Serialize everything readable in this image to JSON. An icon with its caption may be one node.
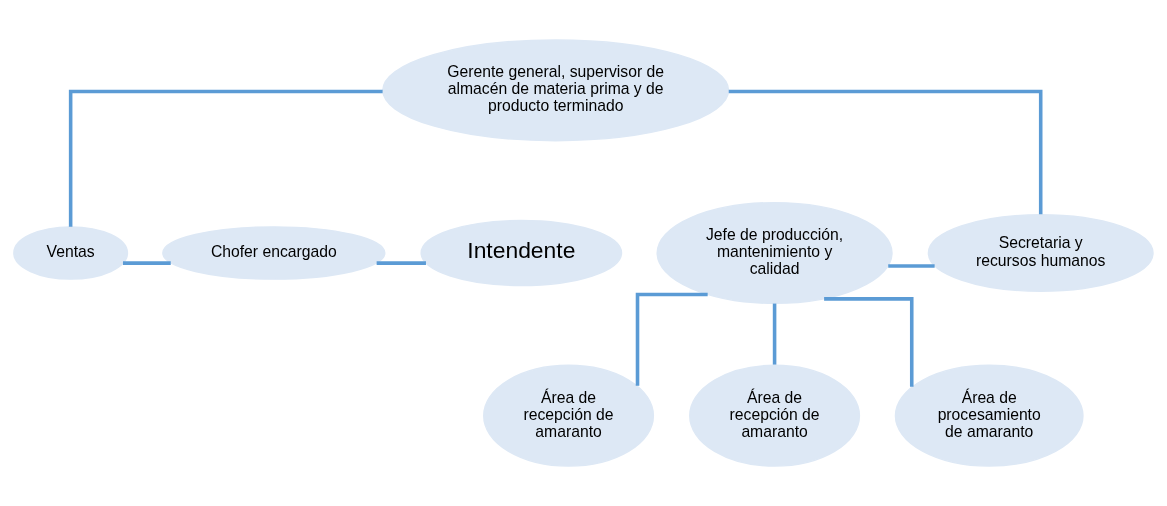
{
  "diagram": {
    "nodes": [
      {
        "text": [
          "Gerente general, supervisor de almacén de materia prima y de producto terminado"
        ]
      },
      {
        "text": [
          "Jefe de producción, mantenimiento y calidad"
        ]
      },
      {
        "text": [
          "Secretaria y recursos humanos"
        ]
      },
      {
        "text": [
          "Ventas"
        ]
      },
      {
        "text": [
          "Chofer encargado"
        ]
      },
      {
        "text": [
          "Intendente"
        ]
      },
      {
        "text": [
          "Área de recepción de amaranto"
        ]
      },
      {
        "text": [
          "Área de recepción de amaranto"
        ]
      },
      {
        "text": [
          "Área de procesamiento de amaranto"
        ]
      }
    ],
    "edges": [
      {
        "from": 0,
        "to": 2,
        "arrow": "none"
      },
      {
        "from": 0,
        "to": 3,
        "arrow": "none"
      },
      {
        "from": 1,
        "to": 2,
        "arrow": "none"
      },
      {
        "from": 3,
        "to": 4,
        "arrow": "none"
      },
      {
        "from": 4,
        "to": 5,
        "arrow": "none"
      },
      {
        "from": 1,
        "to": 6,
        "arrow": "none"
      },
      {
        "from": 1,
        "to": 7,
        "arrow": "none"
      },
      {
        "from": 1,
        "to": 8,
        "arrow": "none"
      }
    ]
  }
}
